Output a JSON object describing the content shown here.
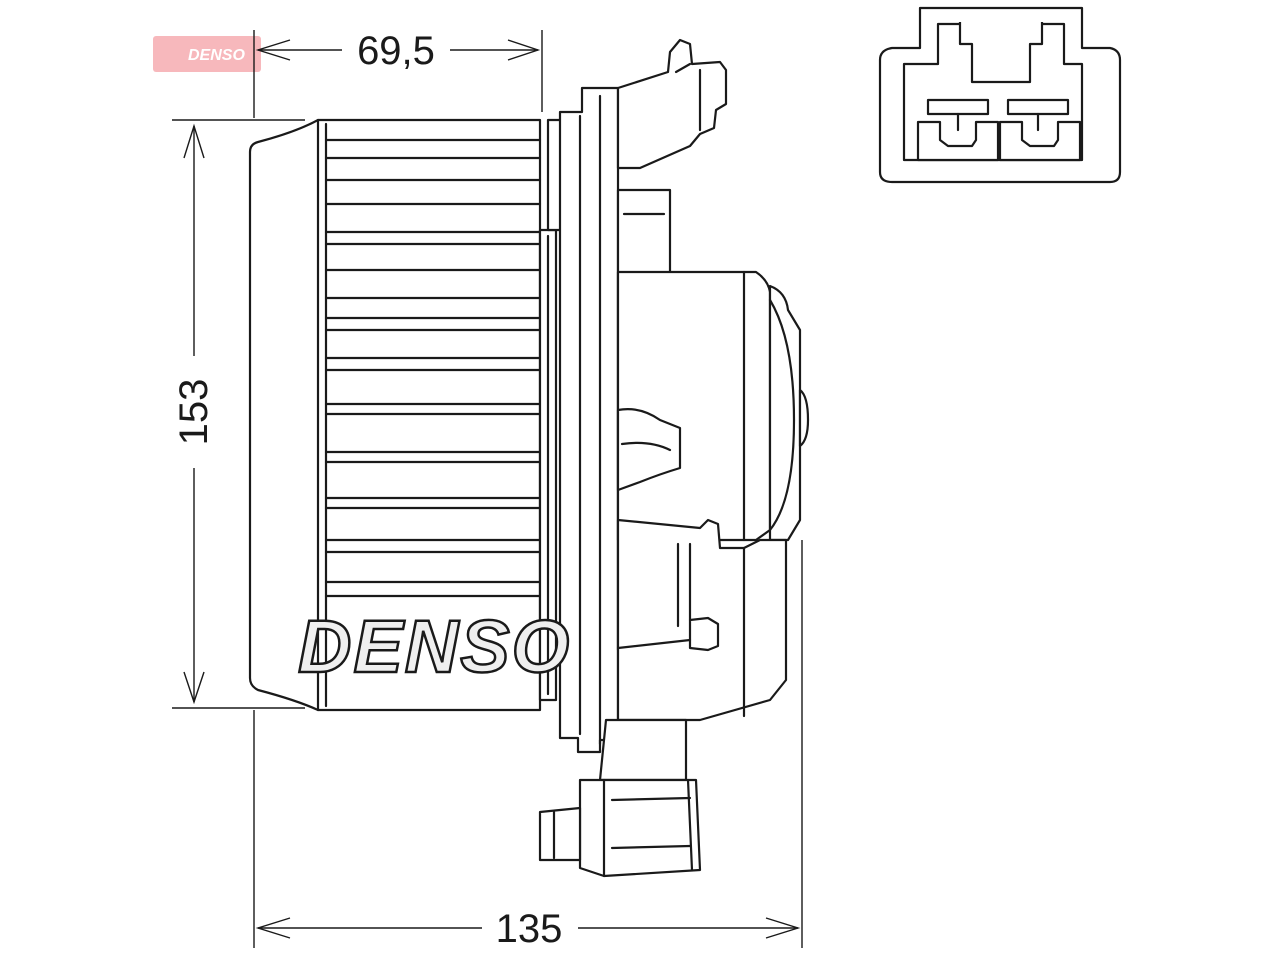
{
  "brand": {
    "watermark_label": "DENSO",
    "drawing_label": "DENSO",
    "watermark_color": "#e8333f"
  },
  "dimensions": {
    "depth_motor": "69,5",
    "height": "153",
    "width": "135"
  },
  "colors": {
    "line": "#1a1a1a",
    "background": "#ffffff"
  }
}
